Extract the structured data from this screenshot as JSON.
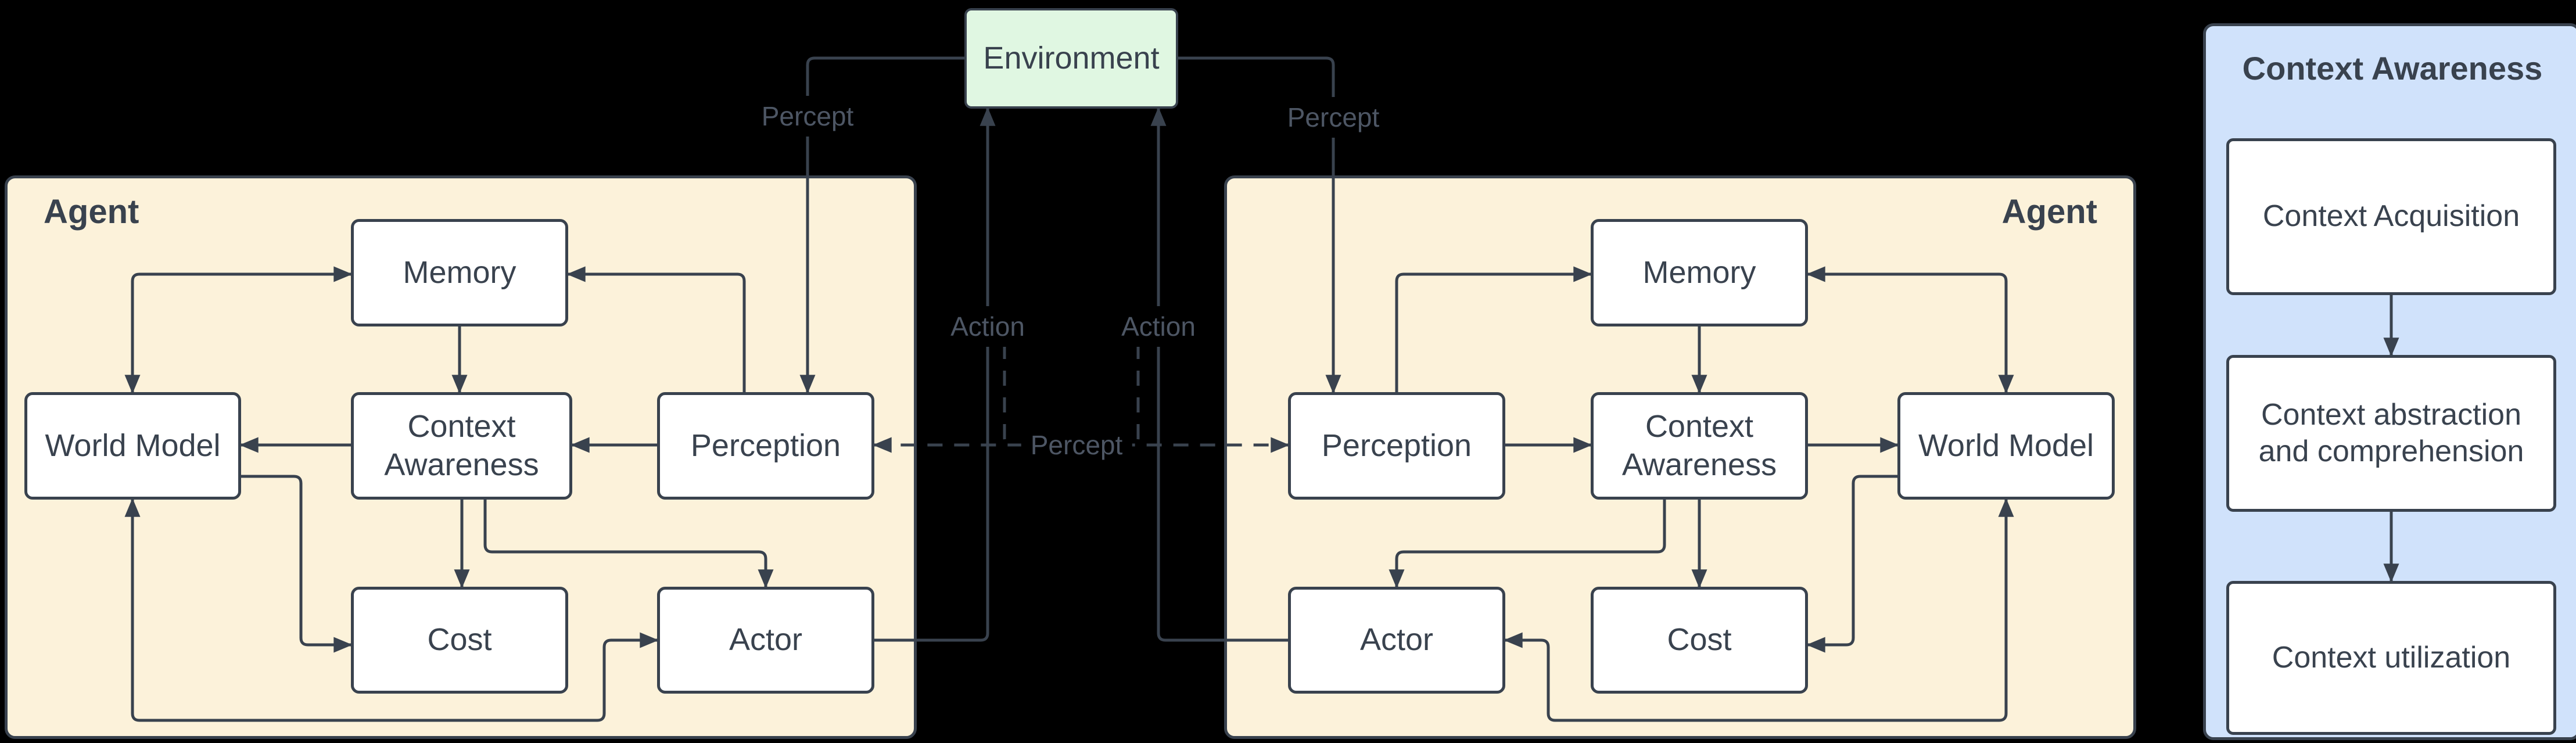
{
  "environment": {
    "label": "Environment"
  },
  "agents": {
    "left": {
      "title": "Agent",
      "nodes": {
        "memory": "Memory",
        "world_model": "World Model",
        "context_awareness": "Context Awareness",
        "perception": "Perception",
        "cost": "Cost",
        "actor": "Actor"
      }
    },
    "right": {
      "title": "Agent",
      "nodes": {
        "memory": "Memory",
        "world_model": "World Model",
        "context_awareness": "Context Awareness",
        "perception": "Perception",
        "cost": "Cost",
        "actor": "Actor"
      }
    }
  },
  "edge_labels": {
    "percept_env_left": "Percept",
    "percept_env_right": "Percept",
    "action_left": "Action",
    "action_right": "Action",
    "percept_exchange": "Percept"
  },
  "panel": {
    "title": "Context Awareness",
    "steps": [
      {
        "label": "Context Acquisition"
      },
      {
        "label": "Context abstraction and comprehension"
      },
      {
        "label": "Context utilization"
      }
    ]
  },
  "colors": {
    "background": "#000000",
    "agent_fill": "#fcf2da",
    "env_fill": "#e0f7e2",
    "panel_fill": "#d0e2fb",
    "node_fill": "#ffffff",
    "stroke": "#39424e",
    "label_text": "#4d5664"
  }
}
